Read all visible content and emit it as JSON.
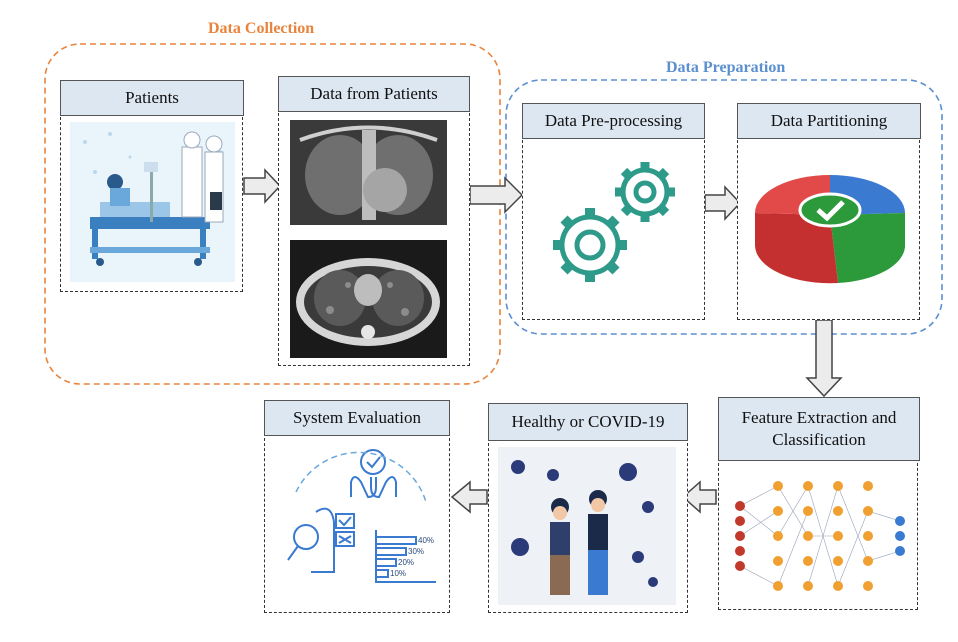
{
  "groups": {
    "collection": {
      "label": "Data Collection",
      "color": "#e8843c"
    },
    "preparation": {
      "label": "Data Preparation",
      "color": "#5b8fd0"
    }
  },
  "cards": {
    "patients": {
      "title": "Patients"
    },
    "data_from_patients": {
      "title": "Data from Patients"
    },
    "preprocessing": {
      "title": "Data Pre-processing"
    },
    "partitioning": {
      "title": "Data Partitioning"
    },
    "feature_extraction": {
      "title": "Feature Extraction and Classification"
    },
    "healthy_covid": {
      "title": "Healthy or COVID-19"
    },
    "system_evaluation": {
      "title": "System Evaluation"
    }
  },
  "evaluation_bars": [
    "40%",
    "30%",
    "20%",
    "10%"
  ],
  "colors": {
    "title_fill": "#dde7f2",
    "gear": "#2e9a8a",
    "virus": "#2b3a78",
    "nn_node": "#f0a030"
  }
}
